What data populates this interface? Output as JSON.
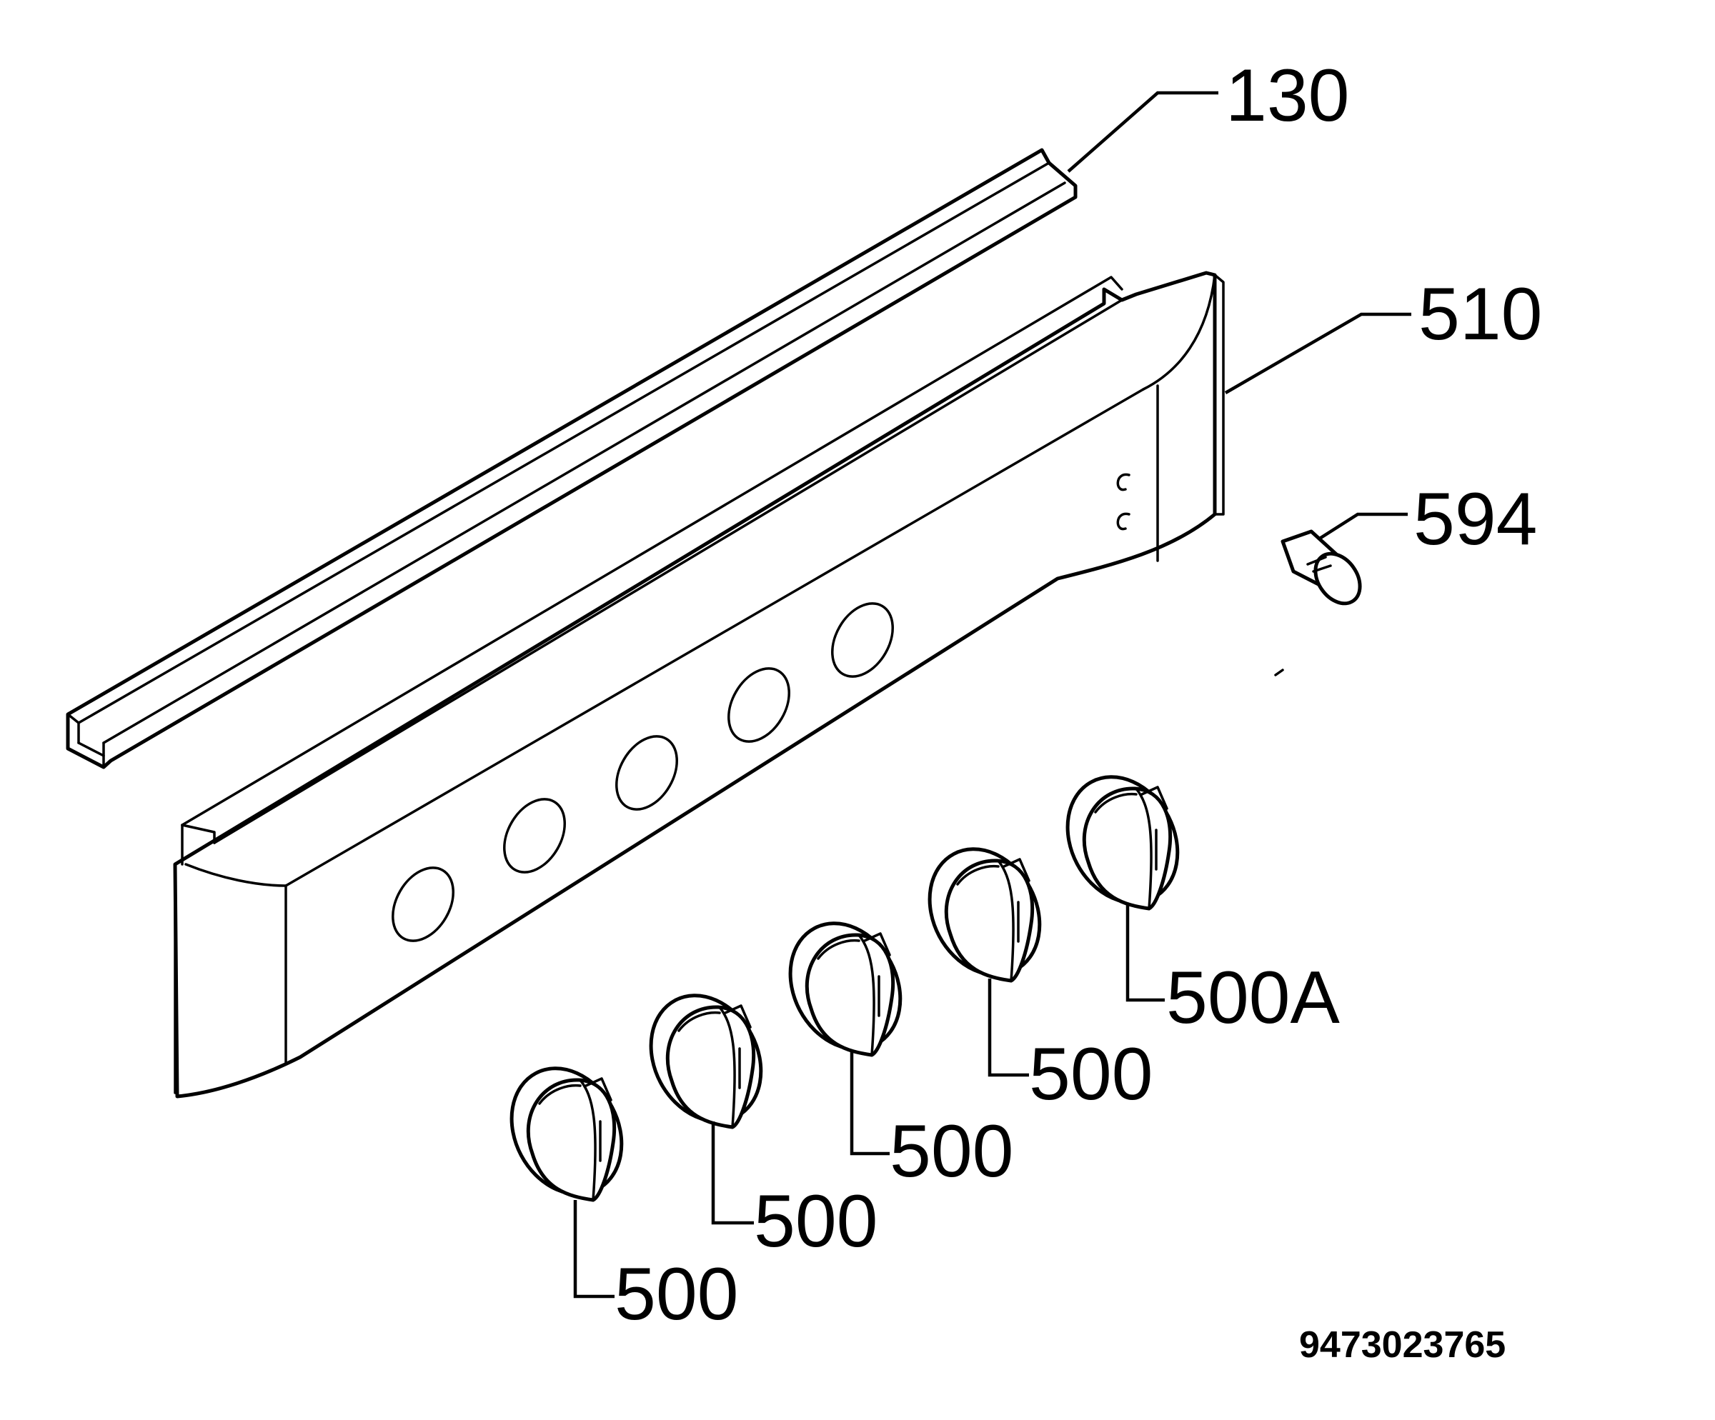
{
  "callouts": {
    "strip": "130",
    "panel": "510",
    "lamp": "594",
    "knob_1": "500",
    "knob_2": "500",
    "knob_3": "500",
    "knob_4": "500",
    "knob_5": "500A"
  },
  "drawing_number": "9473023765",
  "colors": {
    "line": "#000000",
    "background": "#ffffff"
  }
}
